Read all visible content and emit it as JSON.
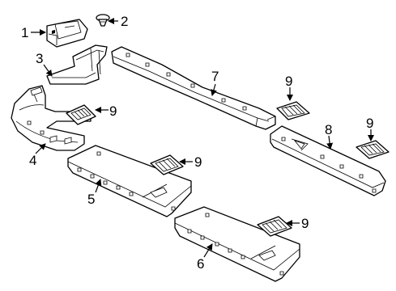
{
  "callouts": {
    "c1": "1",
    "c2": "2",
    "c3": "3",
    "c4": "4",
    "c5": "5",
    "c6": "6",
    "c7": "7",
    "c8": "8",
    "c9a": "9",
    "c9b": "9",
    "c9c": "9",
    "c9d": "9",
    "c9e": "9"
  },
  "colors": {
    "line": "#000000",
    "background": "#ffffff"
  }
}
